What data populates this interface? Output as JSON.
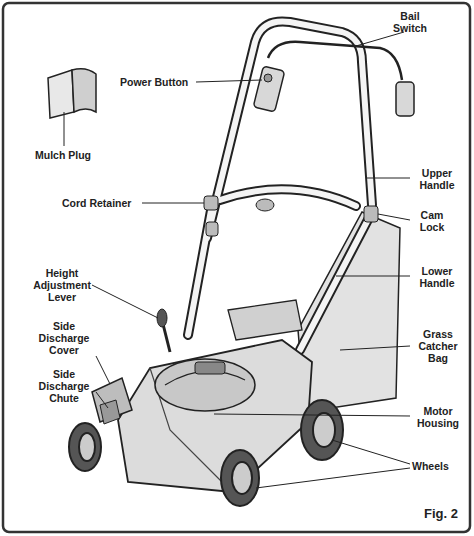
{
  "diagram": {
    "caption": "Fig. 2",
    "labels": [
      "Bail Switch",
      "Power Button",
      "Mulch Plug",
      "Upper Handle",
      "Cord Retainer",
      "Cam Lock",
      "Lower Handle",
      "Height Adjustment Lever",
      "Grass Catcher Bag",
      "Side Discharge Cover",
      "Side Discharge Chute",
      "Motor Housing",
      "Wheels"
    ]
  }
}
